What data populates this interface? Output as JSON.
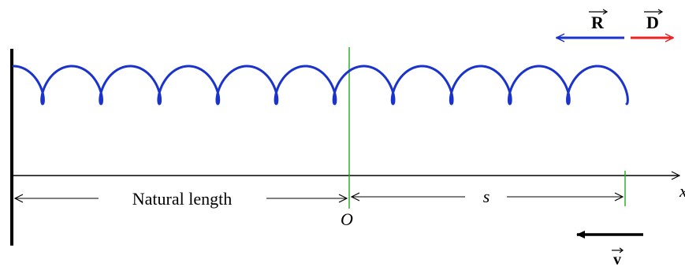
{
  "labels": {
    "natural_length": "Natural length",
    "origin": "O",
    "displacement": "s",
    "axis": "x",
    "force_R": "R",
    "force_D": "D",
    "velocity": "v"
  },
  "colors": {
    "spring": "#1a33cc",
    "force_R": "#1a33cc",
    "force_D": "#ee2222",
    "marker": "#22aa22",
    "ink": "#000000"
  }
}
